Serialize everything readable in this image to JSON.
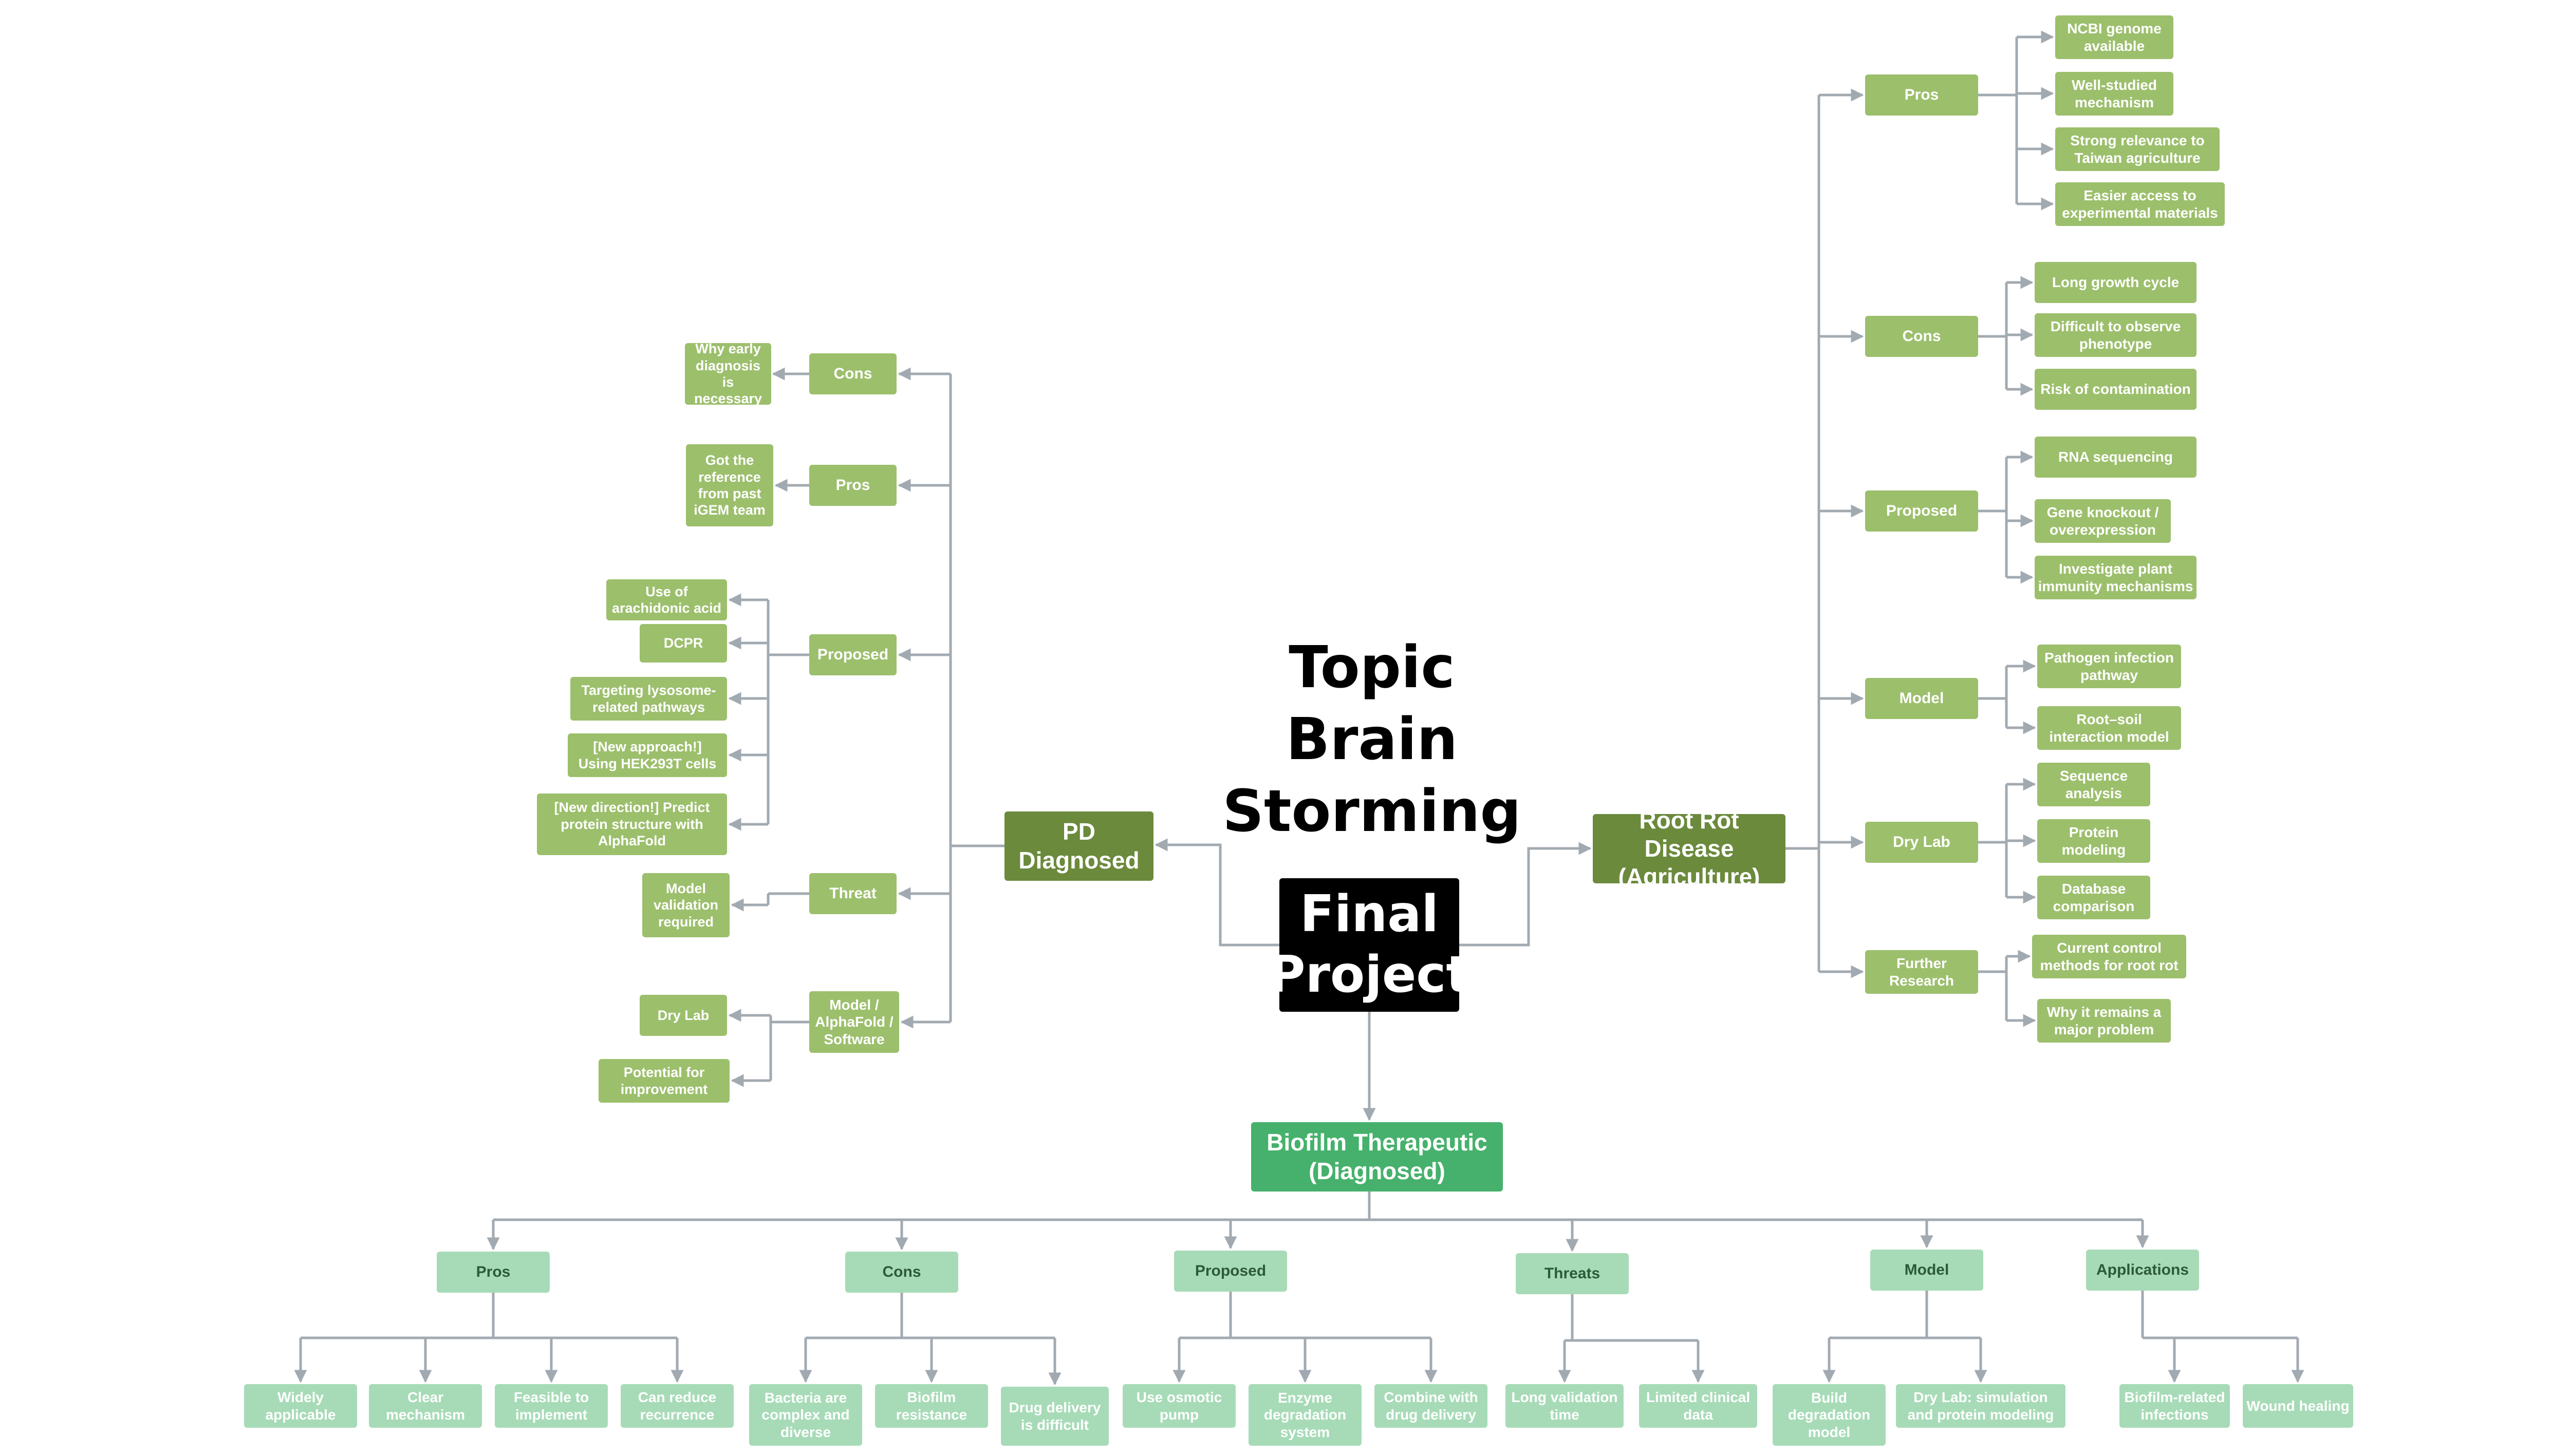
{
  "colors": {
    "line": "#a2aab1",
    "dark_branch": "#6b8a3c",
    "green_node": "#9cbf6c",
    "biofilm_branch": "#46b16c",
    "biofilm_node": "#a7dbb7",
    "text_light": "#ffffff",
    "text_dark": "#2c5a38"
  },
  "title": "Topic\nBrain\nStorming",
  "center": "Final\nProject",
  "branches": {
    "root_rot": "Root Rot Disease\n(Agriculture)",
    "pd": "PD\nDiagnosed",
    "biofilm": "Biofilm Therapeutic\n(Diagnosed)"
  },
  "root_rot": {
    "pros": {
      "label": "Pros",
      "items": [
        "NCBI genome\navailable",
        "Well-studied\nmechanism",
        "Strong relevance to\nTaiwan agriculture",
        "Easier access to\nexperimental materials"
      ]
    },
    "cons": {
      "label": "Cons",
      "items": [
        "Long growth cycle",
        "Difficult to observe\nphenotype",
        "Risk of contamination"
      ]
    },
    "proposed": {
      "label": "Proposed",
      "items": [
        "RNA sequencing",
        "Gene knockout /\noverexpression",
        "Investigate plant\nimmunity mechanisms"
      ]
    },
    "model": {
      "label": "Model",
      "items": [
        "Pathogen infection\npathway",
        "Root–soil\ninteraction model"
      ]
    },
    "drylab": {
      "label": "Dry Lab",
      "items": [
        "Sequence\nanalysis",
        "Protein\nmodeling",
        "Database\ncomparison"
      ]
    },
    "further": {
      "label": "Further\nResearch",
      "items": [
        "Current control\nmethods for root rot",
        "Why it remains a\nmajor problem"
      ]
    }
  },
  "pd": {
    "cons": {
      "label": "Cons",
      "items": [
        "Why early\ndiagnosis is\nnecessary"
      ]
    },
    "pros": {
      "label": "Pros",
      "items": [
        "Got the\nreference\nfrom past\niGEM team"
      ]
    },
    "proposed": {
      "label": "Proposed",
      "items": [
        "Use of\narachidonic acid",
        "DCPR",
        "Targeting lysosome-\nrelated pathways",
        "[New approach!]\nUsing HEK293T cells",
        "[New direction!] Predict\nprotein structure with\nAlphaFold"
      ]
    },
    "threat": {
      "label": "Threat",
      "items": [
        "Model\nvalidation\nrequired"
      ]
    },
    "model": {
      "label": "Model /\nAlphaFold /\nSoftware",
      "items": [
        "Dry Lab",
        "Potential for\nimprovement"
      ]
    }
  },
  "biofilm": {
    "pros": {
      "label": "Pros",
      "items": [
        "Widely\napplicable",
        "Clear\nmechanism",
        "Feasible to\nimplement",
        "Can reduce\nrecurrence"
      ]
    },
    "cons": {
      "label": "Cons",
      "items": [
        "Bacteria are\ncomplex and\ndiverse",
        "Biofilm\nresistance",
        "Drug delivery\nis difficult"
      ]
    },
    "proposed": {
      "label": "Proposed",
      "items": [
        "Use osmotic\npump",
        "Enzyme\ndegradation\nsystem",
        "Combine with\ndrug delivery"
      ]
    },
    "threats": {
      "label": "Threats",
      "items": [
        "Long validation\ntime",
        "Limited clinical\ndata"
      ]
    },
    "model": {
      "label": "Model",
      "items": [
        "Build\ndegradation\nmodel",
        "Dry Lab: simulation\nand protein modeling"
      ]
    },
    "applications": {
      "label": "Applications",
      "items": [
        "Biofilm-related\ninfections",
        "Wound healing"
      ]
    }
  }
}
